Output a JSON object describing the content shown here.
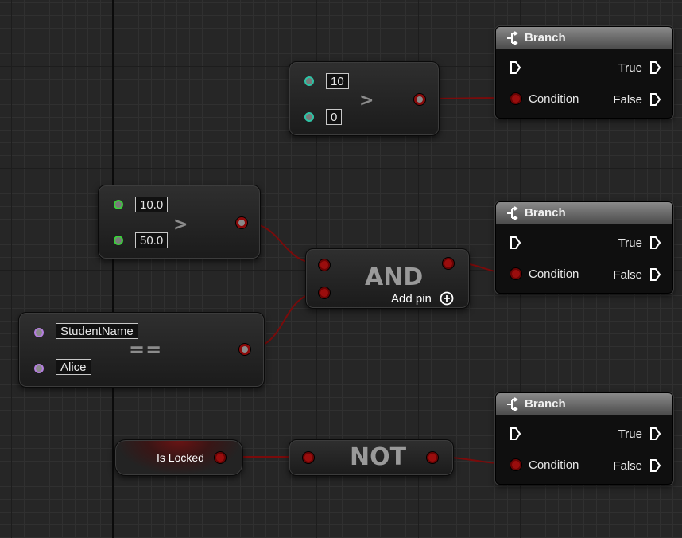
{
  "nodes": {
    "int_greater": {
      "a": "10",
      "b": "0",
      "op": ">"
    },
    "float_greater": {
      "a": "10.0",
      "b": "50.0",
      "op": ">"
    },
    "string_equal": {
      "a": "StudentName",
      "b": "Alice",
      "op": "=="
    },
    "and_node": {
      "title": "AND",
      "add_pin": "Add pin"
    },
    "is_locked": {
      "label": "Is Locked"
    },
    "not_node": {
      "title": "NOT"
    },
    "branch_1": {
      "title": "Branch",
      "true_label": "True",
      "condition_label": "Condition",
      "false_label": "False"
    },
    "branch_2": {
      "title": "Branch",
      "true_label": "True",
      "condition_label": "Condition",
      "false_label": "False"
    },
    "branch_3": {
      "title": "Branch",
      "true_label": "True",
      "condition_label": "Condition",
      "false_label": "False"
    }
  },
  "colors": {
    "bool_wire": "#7a0b0b",
    "int_pin": "#2ec4a6",
    "float_pin": "#3ad33a",
    "string_pin": "#b57fe0",
    "canvas_bg": "#262626"
  }
}
